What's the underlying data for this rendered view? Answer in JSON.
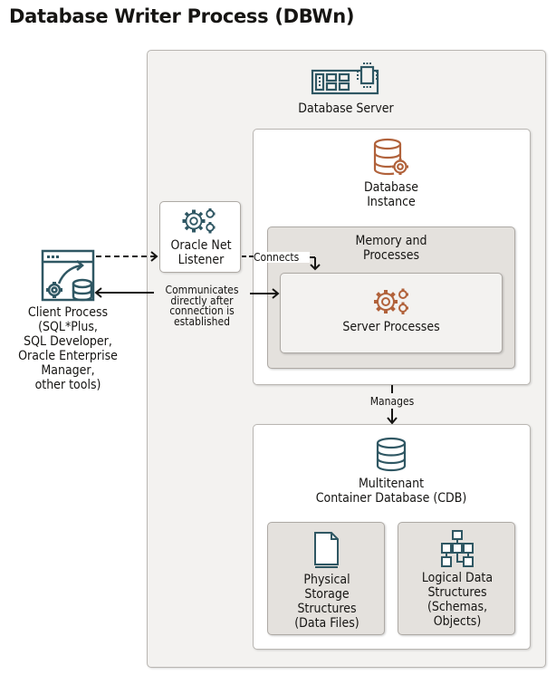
{
  "title": "Database Writer Process (DBWn)",
  "colors": {
    "teal_icon": "#2f5763",
    "copper_icon": "#b1623b",
    "outer_bg": "#f3f2f0",
    "inner_bg": "#e4e1dd",
    "border": "#b9b6b2",
    "text": "#161513"
  },
  "database_server": {
    "icon": "server-board-icon",
    "label": "Database Server",
    "database_instance": {
      "icon": "database-gear-icon",
      "label": "Database\nInstance",
      "memory_and_processes": {
        "label": "Memory and\nProcesses",
        "server_processes": {
          "icon": "gears-icon",
          "label": "Server Processes"
        }
      }
    },
    "cdb": {
      "icon": "database-icon",
      "label": "Multitenant\nContainer Database (CDB)",
      "physical_storage": {
        "icon": "document-icon",
        "label": "Physical\nStorage\nStructures\n(Data Files)"
      },
      "logical_data": {
        "icon": "hierarchy-icon",
        "label": "Logical Data\nStructures\n(Schemas,\nObjects)"
      }
    }
  },
  "listener": {
    "icon": "gears-icon",
    "label": "Oracle Net\nListener"
  },
  "client": {
    "icon": "app-window-icon",
    "label": "Client Process\n(SQL*Plus,\nSQL Developer,\nOracle Enterprise\nManager,\nother tools)"
  },
  "connectors": {
    "connects": "Connects",
    "communicates": "Communicates\ndirectly after\nconnection is\nestablished",
    "manages": "Manages"
  }
}
